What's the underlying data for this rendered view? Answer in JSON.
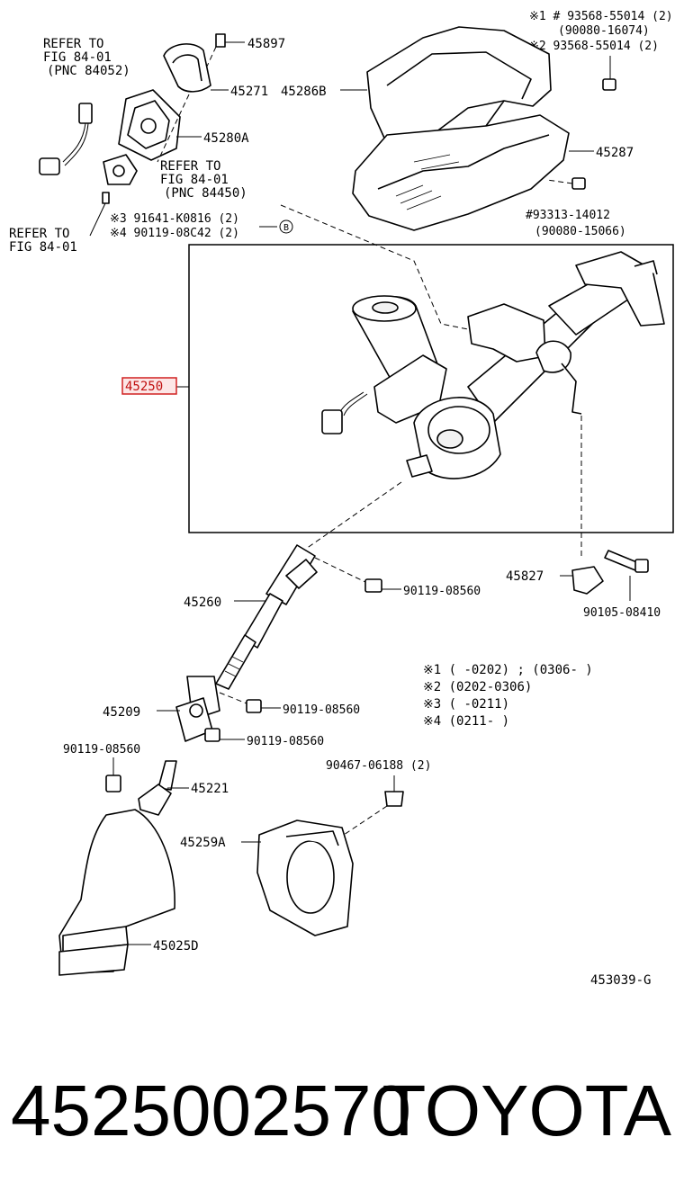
{
  "diagram_code": "453039-G",
  "labels": {
    "refer_1": [
      "REFER TO",
      "FIG 84-01",
      "(PNC 84052)"
    ],
    "refer_2": [
      "REFER TO",
      "FIG 84-01",
      "(PNC 84450)"
    ],
    "refer_3": [
      "REFER TO",
      "FIG 84-01"
    ],
    "p45897": "45897",
    "p45271": "45271",
    "p45280A": "45280A",
    "p45286B": "45286B",
    "p45287": "45287",
    "note_top_1": "※1 # 93568-55014 (2)",
    "note_top_2": "(90080-16074)",
    "note_top_3": "※2  93568-55014 (2)",
    "screw_a1": "#93313-14012",
    "screw_a2": "(90080-15066)",
    "note_3": "※3 91641-K0816 (2)",
    "note_4": "※4 90119-08C42 (2)",
    "marker_b": "B",
    "p45250": "45250",
    "p45827": "45827",
    "bolt_90105": "90105-08410",
    "p45260": "45260",
    "bolt_90119_a": "90119-08560",
    "p45209": "45209",
    "bolt_90119_b": "90119-08560",
    "bolt_90119_c": "90119-08560",
    "bolt_90119_d": "90119-08560",
    "p45221": "45221",
    "clip_90467": "90467-06188 (2)",
    "p45259A": "45259A",
    "p45025D": "45025D"
  },
  "legend": [
    "※1 (       -0202) ; (0306-       )",
    "※2 (0202-0306)",
    "※3 (       -0211)",
    "※4 (0211-       )"
  ],
  "footer": {
    "part_number": "4525002570",
    "brand": "TOYOTA"
  },
  "colors": {
    "highlight": "#d02020"
  }
}
